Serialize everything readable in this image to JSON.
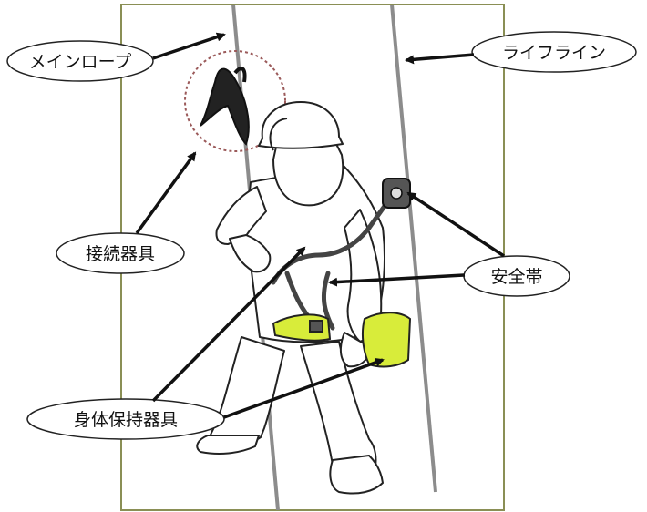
{
  "labels": {
    "main_rope": "メインロープ",
    "lifeline": "ライフライン",
    "connector": "接続器具",
    "safety_belt": "安全帯",
    "body_holder": "身体保持器具"
  },
  "colors": {
    "frame": "#8a8f55",
    "rope": "#8c8c8c",
    "ink": "#1a1a1a",
    "harness_yellow": "#d8ec3a",
    "connector_dark": "#222222",
    "dotted_circle": "#9b5a5a"
  }
}
